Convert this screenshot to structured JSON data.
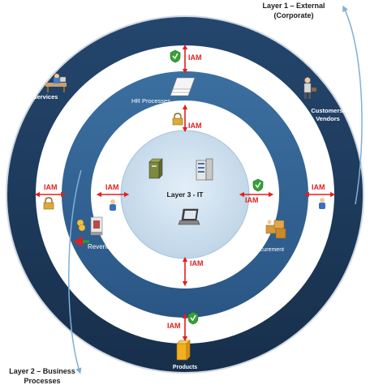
{
  "layers": {
    "layer1": {
      "line1": "Layer 1 – External",
      "line2": "(Corporate)"
    },
    "layer2": {
      "line1": "Layer 2 – Business",
      "line2": "Processes"
    },
    "layer3": {
      "label": "Layer 3 - IT"
    }
  },
  "nodes": {
    "services": "Services",
    "customers_line1": "Customers/",
    "customers_line2": "Vendors",
    "hr": "HR Processes",
    "revenue": "Revenue",
    "procurement": "Procurement",
    "products": "Products"
  },
  "iam_label": "IAM",
  "colors": {
    "outer_ring": "#1e3a5c",
    "middle_ring": "#2e5f8f",
    "inner_circle": "#cfe1ef",
    "arrow": "#e02020",
    "callout_line": "#7fb0d8"
  },
  "icons": {
    "services": "person-at-desk-icon",
    "customers": "businessman-icon",
    "hr": "document-stack-icon",
    "revenue": "cash-register-icon",
    "procurement": "delivery-boxes-icon",
    "products": "product-box-icon",
    "it": [
      "server-tower-icon",
      "server-rack-icon",
      "laptop-icon"
    ],
    "shield": "security-shield-icon",
    "lock": "padlock-icon",
    "user": "user-icon"
  }
}
